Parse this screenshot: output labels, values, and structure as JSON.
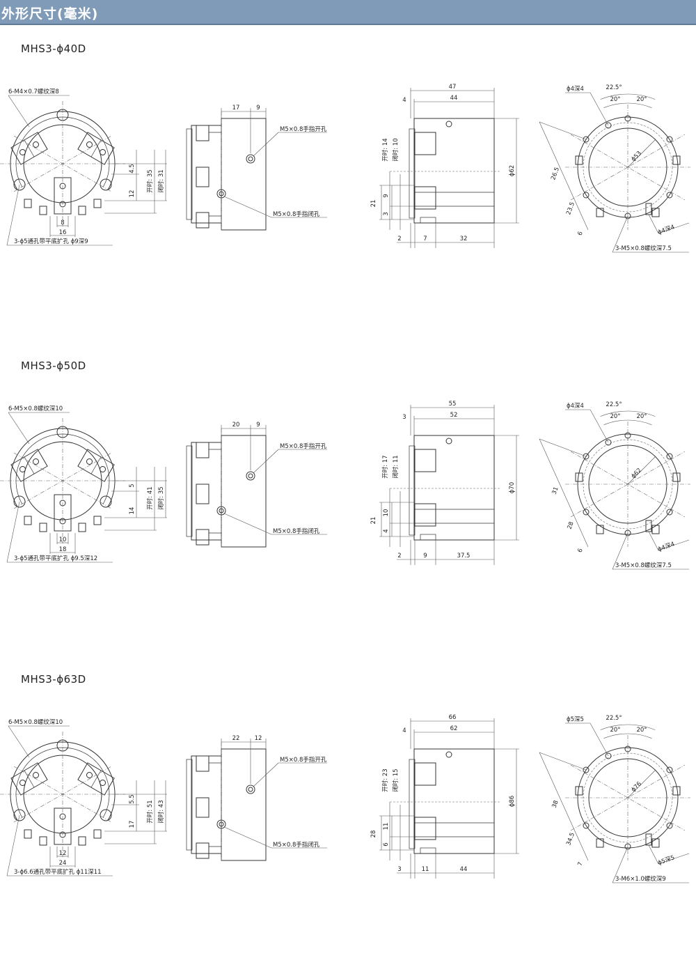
{
  "header": {
    "title": "外形尺寸(毫米)"
  },
  "models": [
    {
      "name": "MHS3-ϕ40D",
      "front": {
        "tap": "6-M4×0.7螺纹深8",
        "thru": "3-ϕ5通孔带平底扩孔 ϕ9深9",
        "d1": "8",
        "d2": "16",
        "d3": "4.5",
        "d4": "12",
        "open": "开时: 35",
        "close": "闭时: 31"
      },
      "side": {
        "a": "17",
        "b": "9",
        "open_port": "M5×0.8手指开孔",
        "close_port": "M5×0.8手指闭孔"
      },
      "profile": {
        "top1": "47",
        "top2": "44",
        "lead": "4",
        "height": "ϕ62",
        "open": "开时: 14",
        "close": "闭时: 10",
        "h1": "21",
        "h2": "9",
        "h3": "3",
        "b1": "2",
        "b2": "7",
        "b3": "32"
      },
      "rear": {
        "pin": "ϕ4深4",
        "ang1": "22.5°",
        "ang2": "20°",
        "ang3": "20°",
        "pcd": "ϕ53",
        "r1": "26.5",
        "r2": "23.5",
        "r3": "6",
        "pin2": "ϕ4深4",
        "tap": "3-M5×0.8螺纹深7.5"
      }
    },
    {
      "name": "MHS3-ϕ50D",
      "front": {
        "tap": "6-M5×0.8螺纹深10",
        "thru": "3-ϕ5通孔带平底扩孔 ϕ9.5深12",
        "d1": "10",
        "d2": "18",
        "d3": "5",
        "d4": "14",
        "open": "开时: 41",
        "close": "闭时: 35"
      },
      "side": {
        "a": "20",
        "b": "9",
        "open_port": "M5×0.8手指开孔",
        "close_port": "M5×0.8手指闭孔"
      },
      "profile": {
        "top1": "55",
        "top2": "52",
        "lead": "3",
        "height": "ϕ70",
        "open": "开时: 17",
        "close": "闭时: 11",
        "h1": "21",
        "h2": "10",
        "h3": "4",
        "b1": "2",
        "b2": "9",
        "b3": "37.5"
      },
      "rear": {
        "pin": "ϕ4深4",
        "ang1": "22.5°",
        "ang2": "20°",
        "ang3": "20°",
        "pcd": "ϕ62",
        "r1": "31",
        "r2": "28",
        "r3": "6",
        "pin2": "ϕ4深4",
        "tap": "3-M5×0.8螺纹深7.5"
      }
    },
    {
      "name": "MHS3-ϕ63D",
      "front": {
        "tap": "6-M5×0.8螺纹深10",
        "thru": "3-ϕ6.6通孔带平底扩孔 ϕ11深11",
        "d1": "12",
        "d2": "24",
        "d3": "5.5",
        "d4": "17",
        "open": "开时: 51",
        "close": "闭时: 43"
      },
      "side": {
        "a": "22",
        "b": "12",
        "open_port": "M5×0.8手指开孔",
        "close_port": "M5×0.8手指闭孔"
      },
      "profile": {
        "top1": "66",
        "top2": "62",
        "lead": "4",
        "height": "ϕ86",
        "open": "开时: 23",
        "close": "闭时: 15",
        "h1": "28",
        "h2": "11",
        "h3": "6",
        "b1": "3",
        "b2": "11",
        "b3": "44"
      },
      "rear": {
        "pin": "ϕ5深5",
        "ang1": "22.5°",
        "ang2": "20°",
        "ang3": "20°",
        "pcd": "ϕ76",
        "r1": "38",
        "r2": "34.5",
        "r3": "7",
        "pin2": "ϕ5深5",
        "tap": "3-M6×1.0螺纹深9"
      }
    }
  ]
}
